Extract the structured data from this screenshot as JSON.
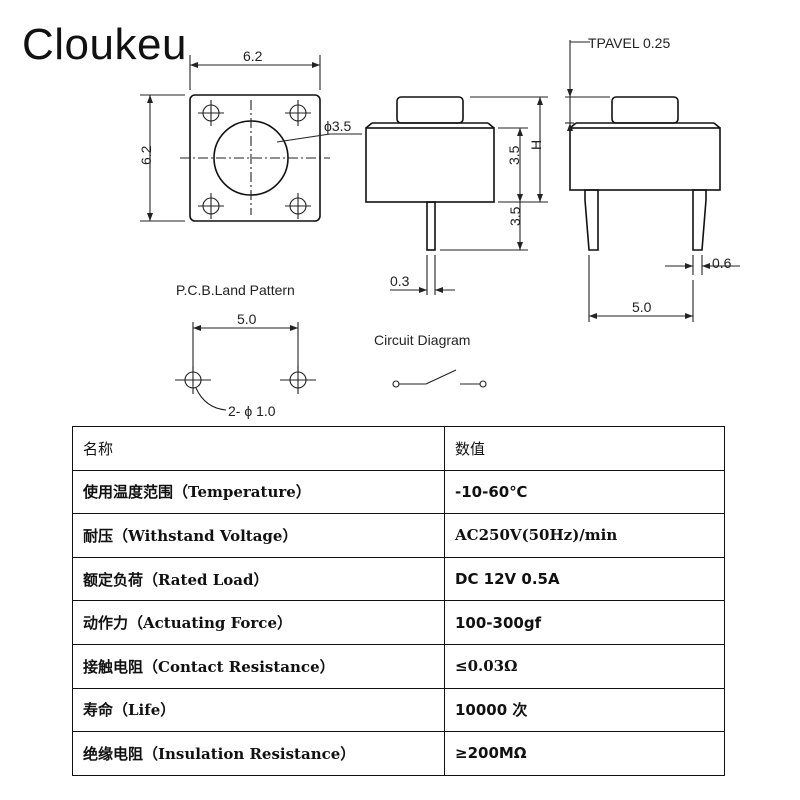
{
  "brand": "Cloukeu",
  "drawing": {
    "top_width": "6.2",
    "left_height": "6.2",
    "hole_dia": "ϕ3.5",
    "dim_upper": "3.5",
    "dim_lower": "3.5",
    "dim_h": "H",
    "pin_width": "0.3",
    "tpavel": "TPAVEL 0.25",
    "pin_gap": "0.6",
    "side_width": "5.0",
    "pcb_title": "P.C.B.Land Pattern",
    "pcb_width": "5.0",
    "pcb_holes": "2- ϕ 1.0",
    "circuit_title": "Circuit Diagram"
  },
  "table": {
    "rows": [
      {
        "name": "名称",
        "value": "数值"
      },
      {
        "name": "使用温度范围（Temperature）",
        "value": "-10-60℃"
      },
      {
        "name": "耐压（Withstand Voltage）",
        "value": "AC250V(50Hz)/min"
      },
      {
        "name": "额定负荷（Rated Load）",
        "value": "DC 12V 0.5A"
      },
      {
        "name": "动作力（Actuating Force）",
        "value": "100-300gf"
      },
      {
        "name": "接触电阻（Contact Resistance）",
        "value": "≤0.03Ω"
      },
      {
        "name": "寿命（Life）",
        "value": "10000 次"
      },
      {
        "name": "绝缘电阻（Insulation Resistance）",
        "value": "≥200MΩ"
      }
    ]
  }
}
